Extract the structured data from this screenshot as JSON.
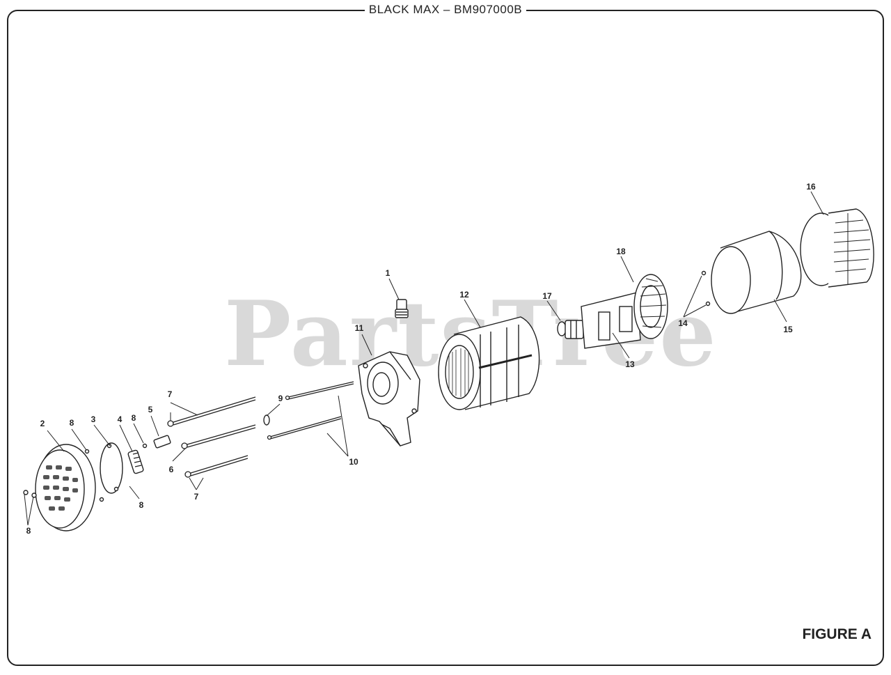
{
  "title": "BLACK MAX – BM907000B",
  "figure_label": "FIGURE A",
  "watermark": "PartsTree",
  "callouts": {
    "c1": "1",
    "c2": "2",
    "c3": "3",
    "c4": "4",
    "c5": "5",
    "c6": "6",
    "c7a": "7",
    "c7b": "7",
    "c8a": "8",
    "c8b": "8",
    "c8c": "8",
    "c8d": "8",
    "c9": "9",
    "c10": "10",
    "c11": "11",
    "c12": "12",
    "c13": "13",
    "c14": "14",
    "c15": "15",
    "c16": "16",
    "c17": "17",
    "c18": "18"
  },
  "colors": {
    "line": "#222222",
    "watermark": "#d9d9d9"
  }
}
